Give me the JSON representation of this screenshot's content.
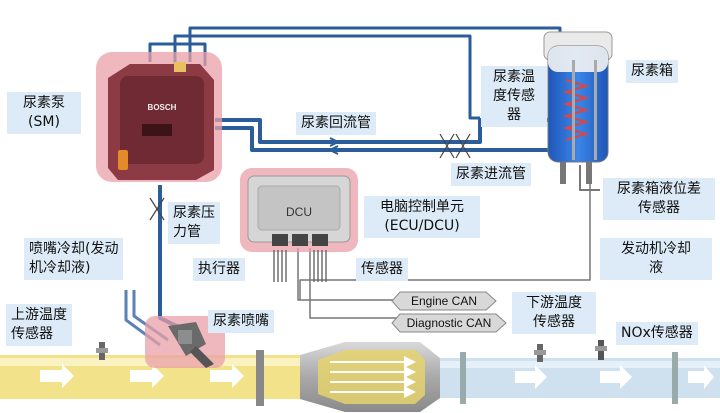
{
  "labels": {
    "pump": "尿素泵",
    "pump_abbr": "(SM)",
    "return_line": "尿素回流管",
    "supply_line": "尿素进流管",
    "temp_sensor": [
      "尿素温",
      "度传感",
      "器"
    ],
    "tank": "尿素箱",
    "tank_level_sensor": [
      "尿素箱液位差",
      "传感器"
    ],
    "pressure_line": [
      "尿素压",
      "力管"
    ],
    "ecu": [
      "电脑控制单元",
      "(ECU/DCU)"
    ],
    "nozzle_cooling": [
      "喷嘴冷却(发动",
      "机冷却液)"
    ],
    "actuator": "执行器",
    "sensor": "传感器",
    "engine_coolant": [
      "发动机冷却",
      "液"
    ],
    "upstream_temp": [
      "上游温度",
      "传感器"
    ],
    "injector": "尿素喷嘴",
    "downstream_temp": [
      "下游温度",
      "传感器"
    ],
    "nox_sensor": "NOx传感器"
  },
  "device_text": {
    "pump_brand": "BOSCH",
    "dcu": "DCU"
  },
  "can_labels": {
    "engine": "Engine CAN",
    "diagnostic": "Diagnostic CAN"
  },
  "colors": {
    "label_bg": "#dcebf7",
    "highlight": "#e8a0a8",
    "pipe_yellow": "#f2e28a",
    "pipe_blue": "#cfe0ee",
    "urea_blue": "#2d6fd1"
  }
}
